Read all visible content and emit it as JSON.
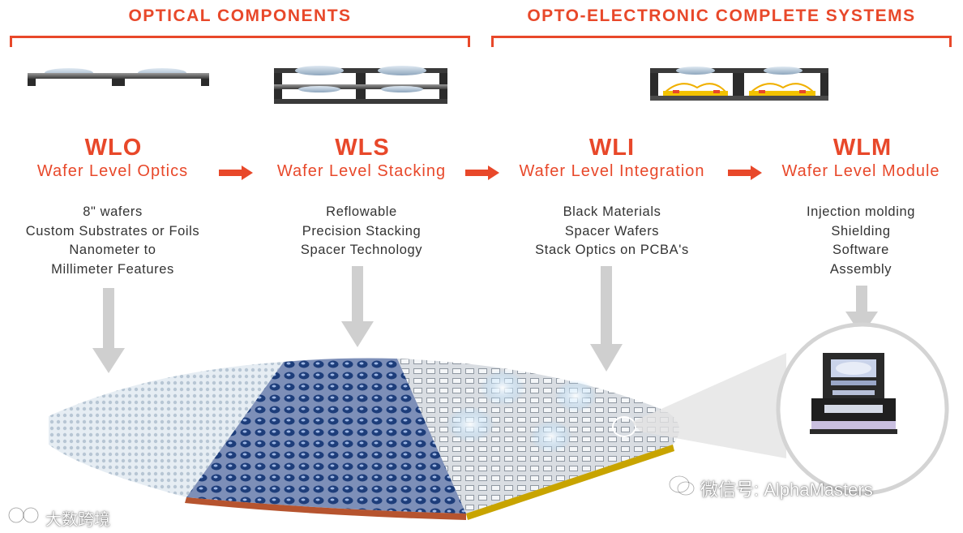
{
  "headers": {
    "optical": "OPTICAL COMPONENTS",
    "optoelectronic": "OPTO-ELECTRONIC COMPLETE SYSTEMS"
  },
  "stages": [
    {
      "code": "WLO",
      "name": "Wafer Level Optics",
      "features": [
        "8\" wafers",
        "Custom Substrates or Foils",
        "Nanometer to",
        "Millimeter Features"
      ]
    },
    {
      "code": "WLS",
      "name": "Wafer Level Stacking",
      "features": [
        "Reflowable",
        "Precision Stacking",
        "Spacer Technology"
      ]
    },
    {
      "code": "WLI",
      "name": "Wafer Level Integration",
      "features": [
        "Black Materials",
        "Spacer Wafers",
        "Stack Optics on PCBA's"
      ]
    },
    {
      "code": "WLM",
      "name": "Wafer Level Module",
      "features": [
        "Injection molding",
        "Shielding",
        "Software",
        "Assembly"
      ]
    }
  ],
  "watermarks": {
    "wechat": "微信号: AlphaMasters",
    "corner": "大数跨境"
  },
  "colors": {
    "accent": "#e8482a",
    "arrow_grey": "#cfcfcf",
    "text": "#333333"
  },
  "icons": [
    "wechat-icon",
    "corner-logo-icon"
  ]
}
